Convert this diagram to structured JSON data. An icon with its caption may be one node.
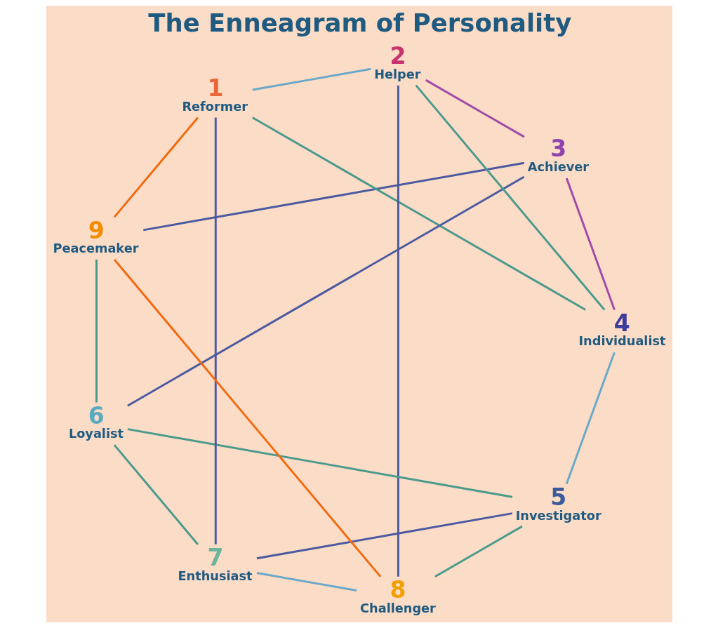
{
  "diagram": {
    "title": "The Enneagram of Personality",
    "nodes": [
      {
        "text": [
          "9",
          "Peacemaker"
        ]
      },
      {
        "text": [
          "1",
          "Reformer"
        ]
      },
      {
        "text": [
          "2",
          "Helper"
        ]
      },
      {
        "text": [
          "3",
          "Achiever"
        ]
      },
      {
        "text": [
          "4",
          "Individualist"
        ]
      },
      {
        "text": [
          "5",
          "Investigator"
        ]
      },
      {
        "text": [
          "6",
          "Loyalist"
        ]
      },
      {
        "text": [
          "7",
          "Enthusiast"
        ]
      },
      {
        "text": [
          "8",
          "Challenger"
        ]
      }
    ],
    "edges": [
      {
        "from": 0,
        "to": 1,
        "arrow": "none",
        "color": "#f26a10"
      },
      {
        "from": 1,
        "to": 2,
        "arrow": "none",
        "color": "#6aa8c8"
      },
      {
        "from": 2,
        "to": 3,
        "arrow": "none",
        "color": "#a04aa8"
      },
      {
        "from": 3,
        "to": 4,
        "arrow": "none",
        "color": "#a04aa8"
      },
      {
        "from": 4,
        "to": 5,
        "arrow": "none",
        "color": "#6aa8c8"
      },
      {
        "from": 5,
        "to": 6,
        "arrow": "none",
        "color": "#4a9a8c"
      },
      {
        "from": 6,
        "to": 7,
        "arrow": "none",
        "color": "#4a9a8c"
      },
      {
        "from": 7,
        "to": 8,
        "arrow": "none",
        "color": "#6aa8c8"
      },
      {
        "from": 8,
        "to": 0,
        "arrow": "none",
        "color": "#f26a10"
      },
      {
        "from": 0,
        "to": 3,
        "arrow": "none",
        "color": "#4b5aa0"
      },
      {
        "from": 3,
        "to": 6,
        "arrow": "none",
        "color": "#4b5aa0"
      },
      {
        "from": 6,
        "to": 0,
        "arrow": "none",
        "color": "#4a9a8c"
      },
      {
        "from": 1,
        "to": 4,
        "arrow": "none",
        "color": "#4a9a8c"
      },
      {
        "from": 4,
        "to": 2,
        "arrow": "none",
        "color": "#4a9a8c"
      },
      {
        "from": 2,
        "to": 8,
        "arrow": "none",
        "color": "#4b5aa0"
      },
      {
        "from": 8,
        "to": 5,
        "arrow": "none",
        "color": "#4a9a8c"
      },
      {
        "from": 5,
        "to": 7,
        "arrow": "none",
        "color": "#4b5aa0"
      },
      {
        "from": 7,
        "to": 1,
        "arrow": "none",
        "color": "#4b5aa0"
      }
    ]
  }
}
